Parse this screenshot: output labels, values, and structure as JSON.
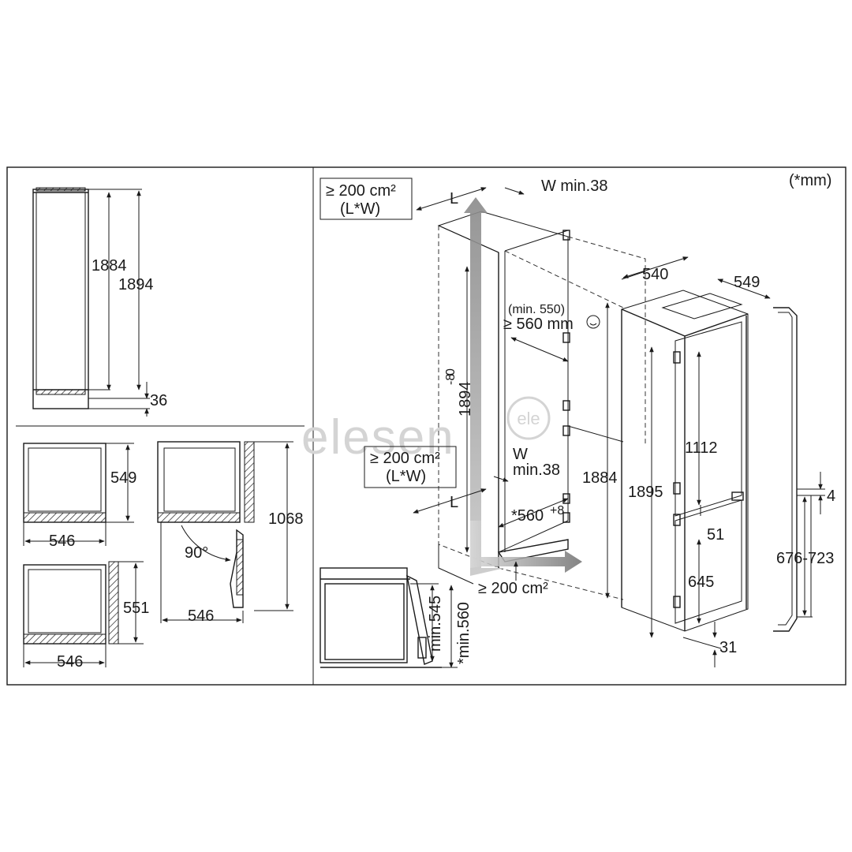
{
  "units_note": "(*mm)",
  "watermark": "elesen",
  "watermark_badge": "ele",
  "niche_height_dim": "1884",
  "appliance_height_dim": "1894",
  "toe_gap_dim": "36",
  "top_view_depth_dim": "549",
  "top_view_width_dim": "546",
  "door_swing_angle": "90°",
  "door_swing_width_dim": "546",
  "door_open_depth_dim": "1068",
  "side_view_depth_dim": "551",
  "side_view_width_dim": "546",
  "vent_area_top_line1": "≥ 200 cm²",
  "vent_area_top_line2": "(L*W)",
  "vent_label_L": "L",
  "vent_label_W_min_top": "W min.38",
  "vent_area_mid_line1": "≥ 200 cm²",
  "vent_area_mid_line2": "(L*W)",
  "vent_label_W": "W",
  "vent_label_min38": "min.38",
  "vent_area_bottom": "≥ 200 cm²",
  "niche_height_main": "1894",
  "niche_height_tol_upper": "0",
  "niche_height_tol_lower": "-8",
  "niche_depth_note": "(min. 550)",
  "niche_depth_dim": "≥ 560 mm",
  "niche_width_dim": "*560",
  "niche_width_tol": "+8",
  "niche_inner_height": "1884",
  "fridge_depth_dim": "540",
  "fridge_width_dim": "549",
  "fridge_height_dim": "1895",
  "fridge_upper_door_dim": "1112",
  "fridge_gap_dim": "51",
  "fridge_lower_door_dim": "645",
  "fridge_base_dim": "31",
  "panel_offset_dim": "4",
  "panel_range_dim": "676-723",
  "cabinet_depth_min": "min.545",
  "cabinet_depth_min2": "*min.560"
}
